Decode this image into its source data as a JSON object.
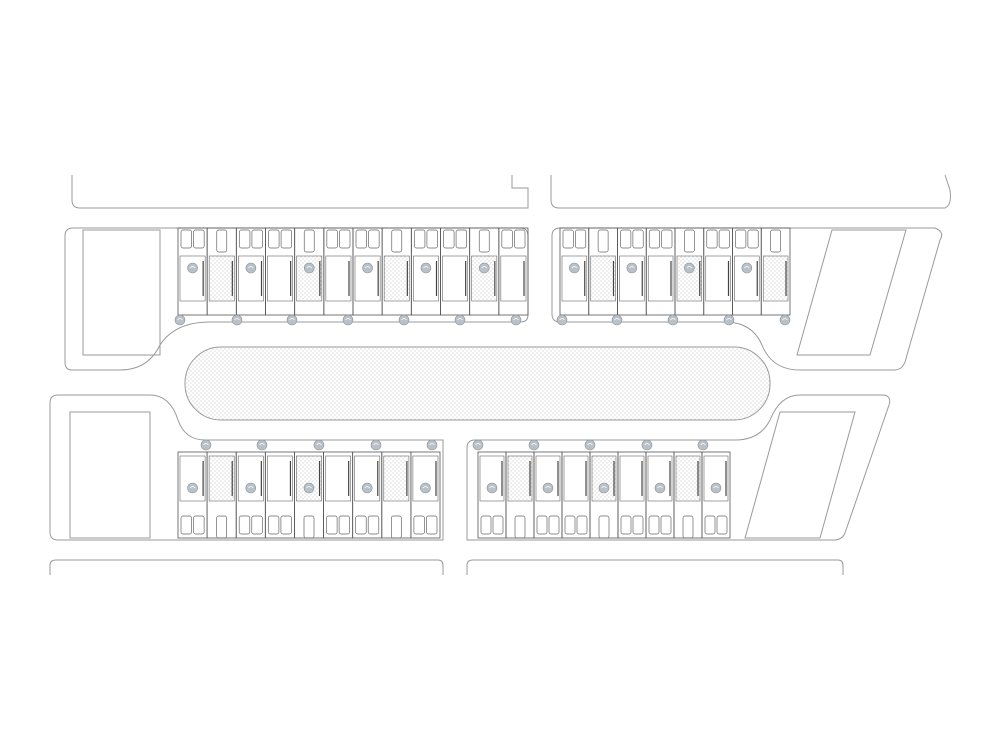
{
  "colors": {
    "line": "#9a9a9a",
    "dark_line": "#555555",
    "tree": "#b8c0c8",
    "hatch": "#d6d6d6",
    "background": "#ffffff"
  },
  "icons": {
    "tree": "tree-icon",
    "car": "car-icon"
  },
  "blocks": [
    {
      "name": "block-top-left",
      "units": 12
    },
    {
      "name": "block-top-right",
      "units": 8
    },
    {
      "name": "block-bottom-left",
      "units": 9
    },
    {
      "name": "block-bottom-right",
      "units": 9
    }
  ]
}
